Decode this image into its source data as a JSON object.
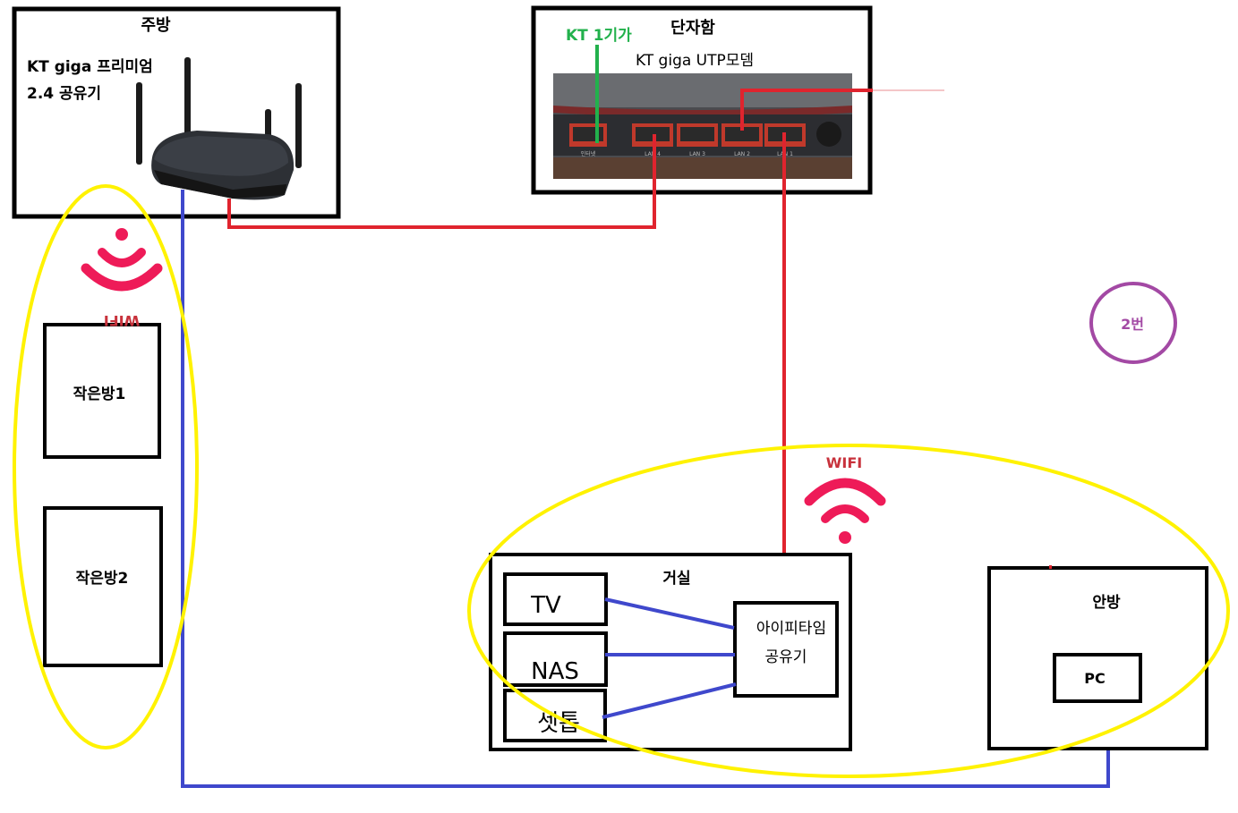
{
  "diagram": {
    "title": "",
    "colors": {
      "room_border": "#000000",
      "wired_fiber": "#e0242e",
      "wired_lan": "#3f48cc",
      "wan_line": "#22b14c",
      "wifi_zone": "#fff200",
      "wifi_icon": "#ee1b58",
      "marker": "#a349a4"
    },
    "rooms": {
      "kitchen": {
        "name": "주방",
        "device_line1": "KT giga 프리미엄",
        "device_line2": "2.4 공유기"
      },
      "terminal_box": {
        "name": "단자함",
        "wan_label": "KT 1기가",
        "modem_label": "KT giga UTP모뎀",
        "port_labels": [
          "인터넷",
          "LAN 4",
          "LAN 3",
          "LAN 2",
          "LAN 1"
        ]
      },
      "small_room_1": {
        "name": "작은방1"
      },
      "small_room_2": {
        "name": "작은방2"
      },
      "living_room": {
        "name": "거실",
        "devices": [
          "TV",
          "NAS",
          "셋톱"
        ],
        "router_line1": "아이피타임",
        "router_line2": "공유기"
      },
      "master_room": {
        "name": "안방",
        "device": "PC"
      }
    },
    "wifi_labels": {
      "left": "WIFI",
      "living": "WIFI"
    },
    "marker": "2번"
  }
}
